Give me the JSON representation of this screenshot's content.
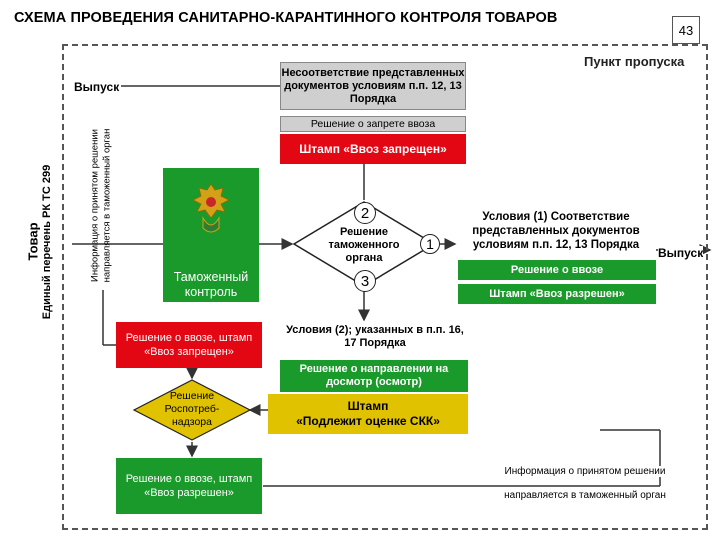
{
  "title": "СХЕМА ПРОВЕДЕНИЯ САНИТАРНО-КАРАНТИННОГО КОНТРОЛЯ ТОВАРОВ",
  "page_number": "43",
  "checkpoint_label": "Пункт пропуска",
  "left_side": {
    "goods_line1": "Товар",
    "goods_line2": "Единый перечень  РК ТС 299",
    "info_line1": "Информация о принятом решении",
    "info_line2": "направляется в таможенный орган"
  },
  "release_left": "Выпуск",
  "release_right": "Выпуск",
  "nonconformity": "Несоответствие представленных документов условиям п.п. 12, 13 Порядка",
  "ban_decision": "Решение о запрете ввоза",
  "stamp_ban": "Штамп «Ввоз запрещен»",
  "customs_control": "Таможенный контроль",
  "customs_decision": "Решение таможенного органа",
  "num_1": "1",
  "num_2": "2",
  "num_3": "3",
  "conditions_1": "Условия (1) Соответствие представленных документов условиям п.п. 12, 13 Порядка",
  "import_decision": "Решение о ввозе",
  "stamp_allowed": "Штамп «Ввоз разрешен»",
  "conditions_2": "Условия (2); указанных в п.п. 16, 17 Порядка",
  "inspection_decision": "Решение о направлении на досмотр (осмотр)",
  "stamp_skk_line1": "Штамп",
  "stamp_skk_line2": "«Подлежит оценке СКК»",
  "decision_ban_stamp": "Решение о ввозе, штамп «Ввоз запрещен»",
  "rospotreb_decision": "Решение Роспотреб-надзора",
  "decision_allow_stamp": "Решение о ввозе, штамп «Ввоз разрешен»",
  "info_bottom_line1": "Информация о принятом решении",
  "info_bottom_line2": "направляется в таможенный орган",
  "colors": {
    "red": "#e30613",
    "green": "#1a9a2a",
    "yellow": "#e0c200",
    "gray": "#cfcfcf"
  },
  "icons": {
    "emblem": "customs-emblem-icon"
  }
}
